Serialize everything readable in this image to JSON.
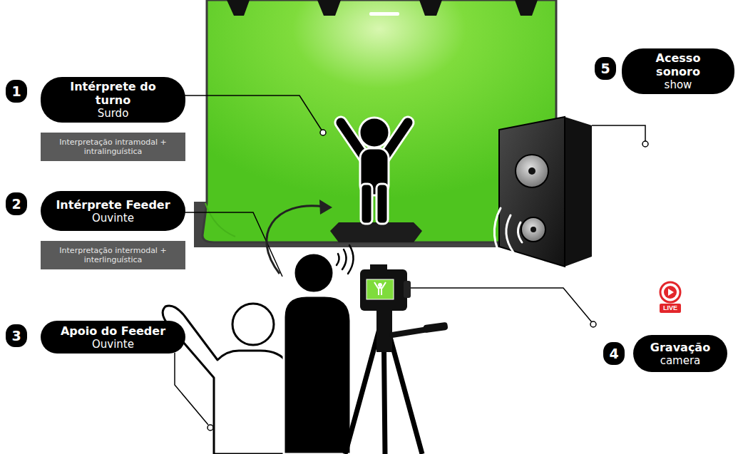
{
  "diagram": {
    "nodes": [
      {
        "text": [
          "Intérprete do turno",
          "Surdo"
        ]
      },
      {
        "text": [
          "Interpretação intramodal + intralinguística"
        ]
      },
      {
        "text": [
          "Intérprete Feeder",
          "Ouvinte"
        ]
      },
      {
        "text": [
          "Interpretação intermodal + interlinguística"
        ]
      },
      {
        "text": [
          "Apoio do Feeder",
          "Ouvinte"
        ]
      },
      {
        "text": [
          "Gravação",
          "camera"
        ]
      },
      {
        "text": [
          "Acesso sonoro",
          "show"
        ]
      }
    ],
    "labels": [
      "1",
      "2",
      "3",
      "4",
      "5",
      "LIVE"
    ]
  }
}
